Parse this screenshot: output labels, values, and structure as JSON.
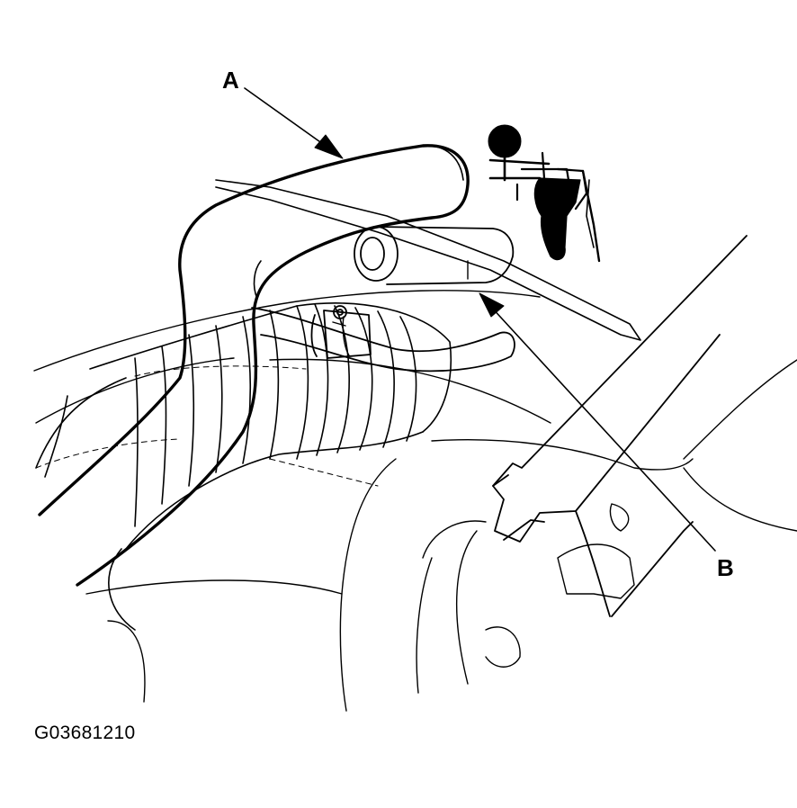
{
  "labels": {
    "a": "A",
    "b": "B"
  },
  "figure_id": "G03681210",
  "colors": {
    "ink": "#000000",
    "paper": "#ffffff"
  }
}
